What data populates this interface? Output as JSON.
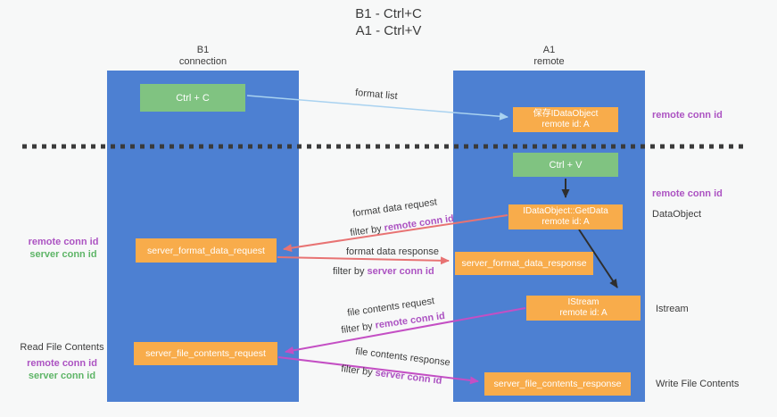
{
  "title": {
    "line1": "B1 - Ctrl+C",
    "line2": "A1 - Ctrl+V"
  },
  "lanes": {
    "left": {
      "name": "B1",
      "subtitle": "connection"
    },
    "right": {
      "name": "A1",
      "subtitle": "remote"
    }
  },
  "boxes": {
    "ctrl_c": "Ctrl + C",
    "ctrl_v": "Ctrl + V",
    "saved_dataobject": {
      "line1": "保存IDataObject",
      "line2": "remote id: A"
    },
    "getdata": {
      "line1": "IDataObject::GetData",
      "line2": "remote id: A"
    },
    "istream": {
      "line1": "IStream",
      "line2": "remote id: A"
    },
    "server_format_data_request": "server_format_data_request",
    "server_format_data_response": "server_format_data_response",
    "server_file_contents_request": "server_file_contents_request",
    "server_file_contents_response": "server_file_contents_response"
  },
  "arrow_labels": {
    "format_list": "format list",
    "format_data_request": "format data request",
    "format_data_response": "format data response",
    "file_contents_request": "file contents request",
    "file_contents_response": "file contents response",
    "filter_by": "filter by ",
    "remote_conn_id": "remote conn id",
    "server_conn_id": "server conn id"
  },
  "side_labels": {
    "remote_conn_id": "remote conn id",
    "server_conn_id": "server conn id",
    "dataobject": "DataObject",
    "istream": "Istream",
    "read_file_contents": "Read File Contents",
    "write_file_contents": "Write File Contents"
  },
  "colors": {
    "lane_blue": "#4d80d2",
    "box_orange": "#f8ac4b",
    "box_green": "#80c381",
    "arrow_red": "#e87373",
    "arrow_magenta": "#c44fc4",
    "arrow_light_blue": "#a9d2f0",
    "arrow_black": "#2e2e2e",
    "text_purple": "#ac53c2",
    "text_green": "#5eb567",
    "background": "#f7f8f8"
  }
}
